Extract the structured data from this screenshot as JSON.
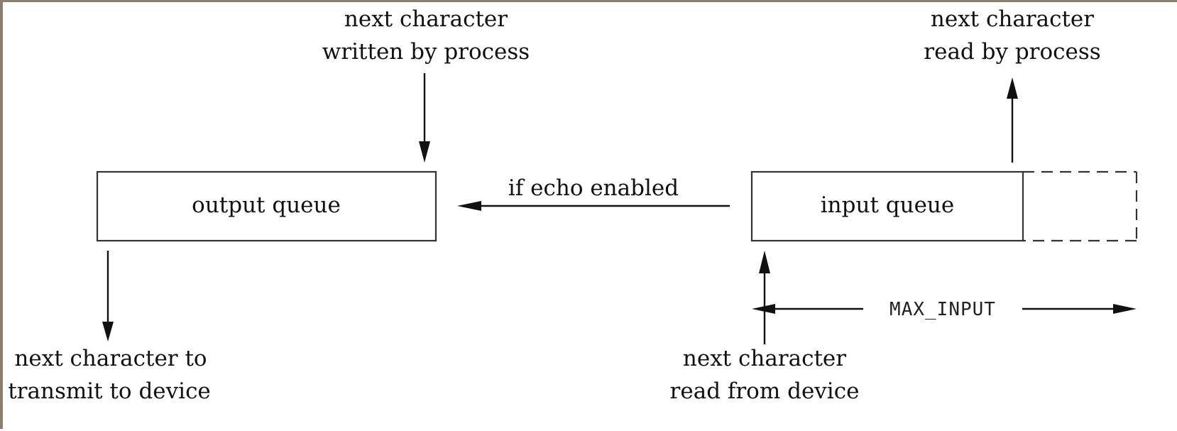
{
  "labels": {
    "output_top": [
      "next character",
      "written by process"
    ],
    "input_top": [
      "next character",
      "read by process"
    ],
    "output_queue": "output queue",
    "input_queue": "input queue",
    "echo": "if echo enabled",
    "max_input": "MAX_INPUT",
    "output_bottom": [
      "next character to",
      "transmit to device"
    ],
    "input_bottom": [
      "next character",
      "read from device"
    ]
  }
}
